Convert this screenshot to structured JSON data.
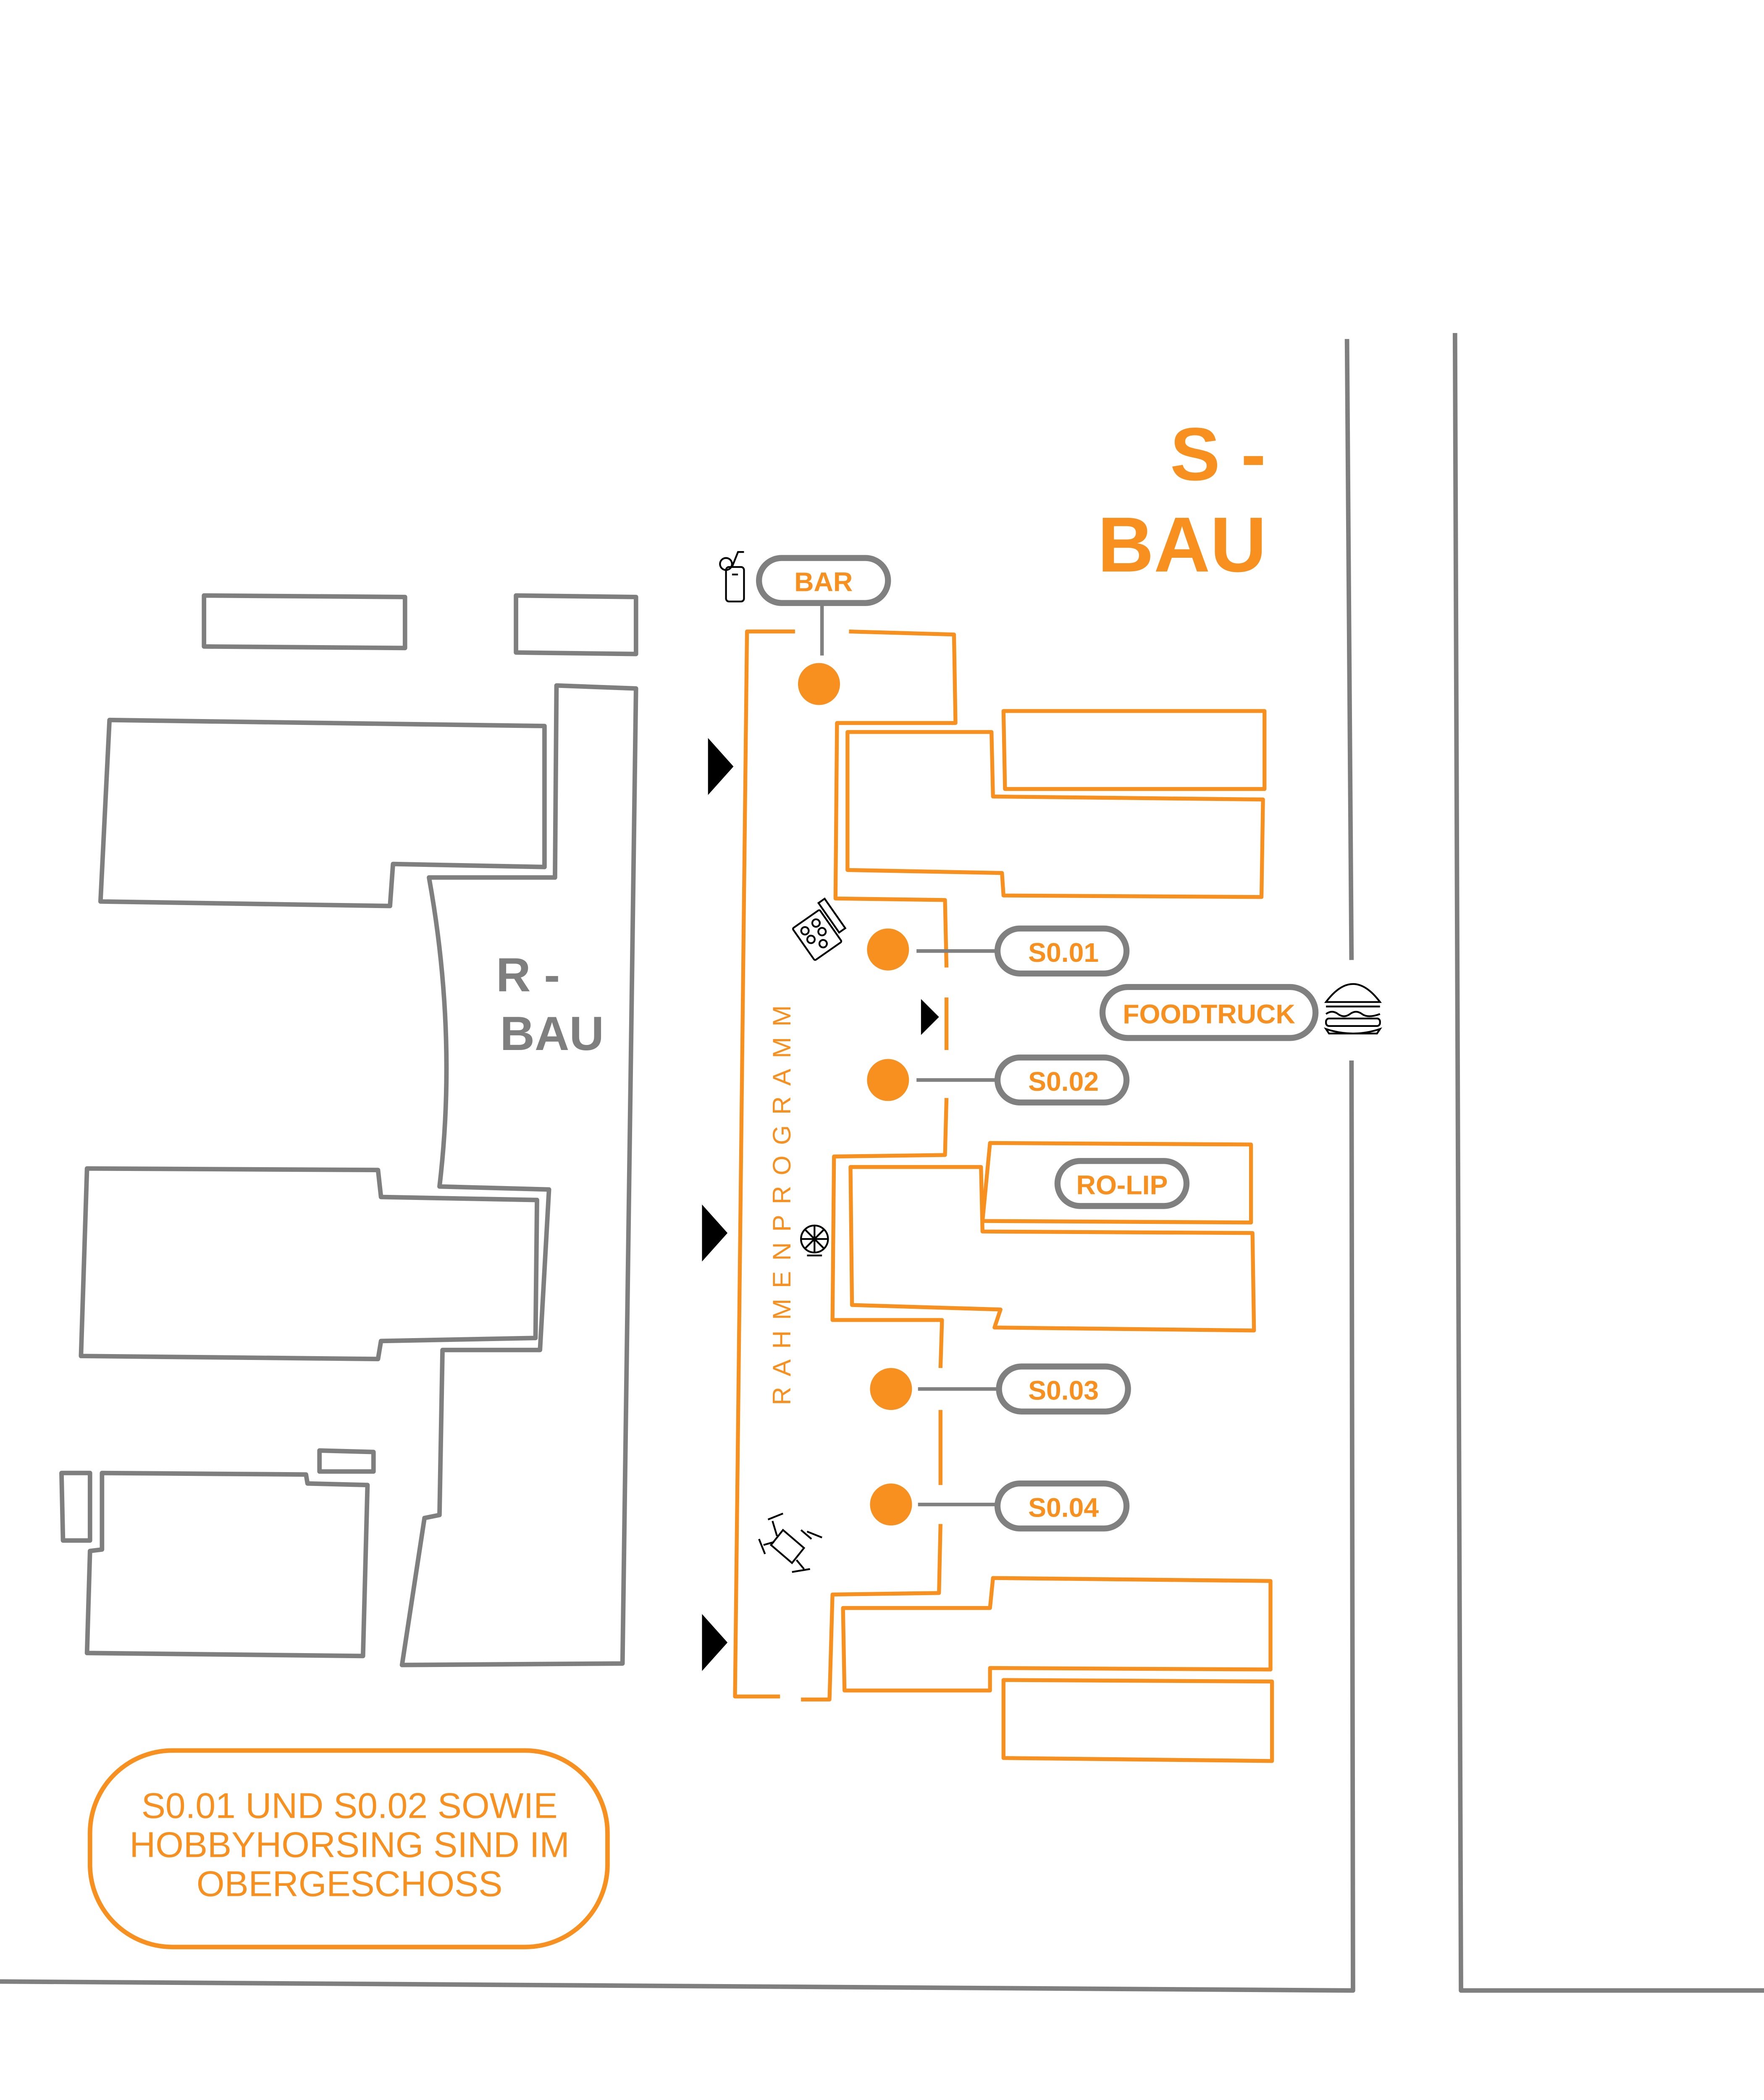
{
  "colors": {
    "accent": "#f7901e",
    "building_outline": "#7f7f7f"
  },
  "buildings": {
    "s_bau": {
      "line1": "S -",
      "line2": "BAU"
    },
    "r_bau": {
      "line1": "R -",
      "line2": "BAU"
    }
  },
  "corridor_label": "RAHMENPROGRAMM",
  "locations": [
    {
      "label": "BAR",
      "icon": "drink-icon"
    },
    {
      "label": "S0.01",
      "icon": "palette-icon"
    },
    {
      "label": "S0.02"
    },
    {
      "label": "S0.03"
    },
    {
      "label": "S0.04",
      "icon": "drone-icon"
    },
    {
      "label": "FOODTRUCK",
      "icon": "burger-icon"
    },
    {
      "label": "RO-LIP"
    }
  ],
  "extra_icons": [
    "wheel-of-fortune-icon",
    "entrance-arrow-icon"
  ],
  "note": {
    "lines": [
      "S0.01 UND S0.02 SOWIE",
      "HOBBYHORSING SIND IM",
      "OBERGESCHOSS"
    ]
  }
}
